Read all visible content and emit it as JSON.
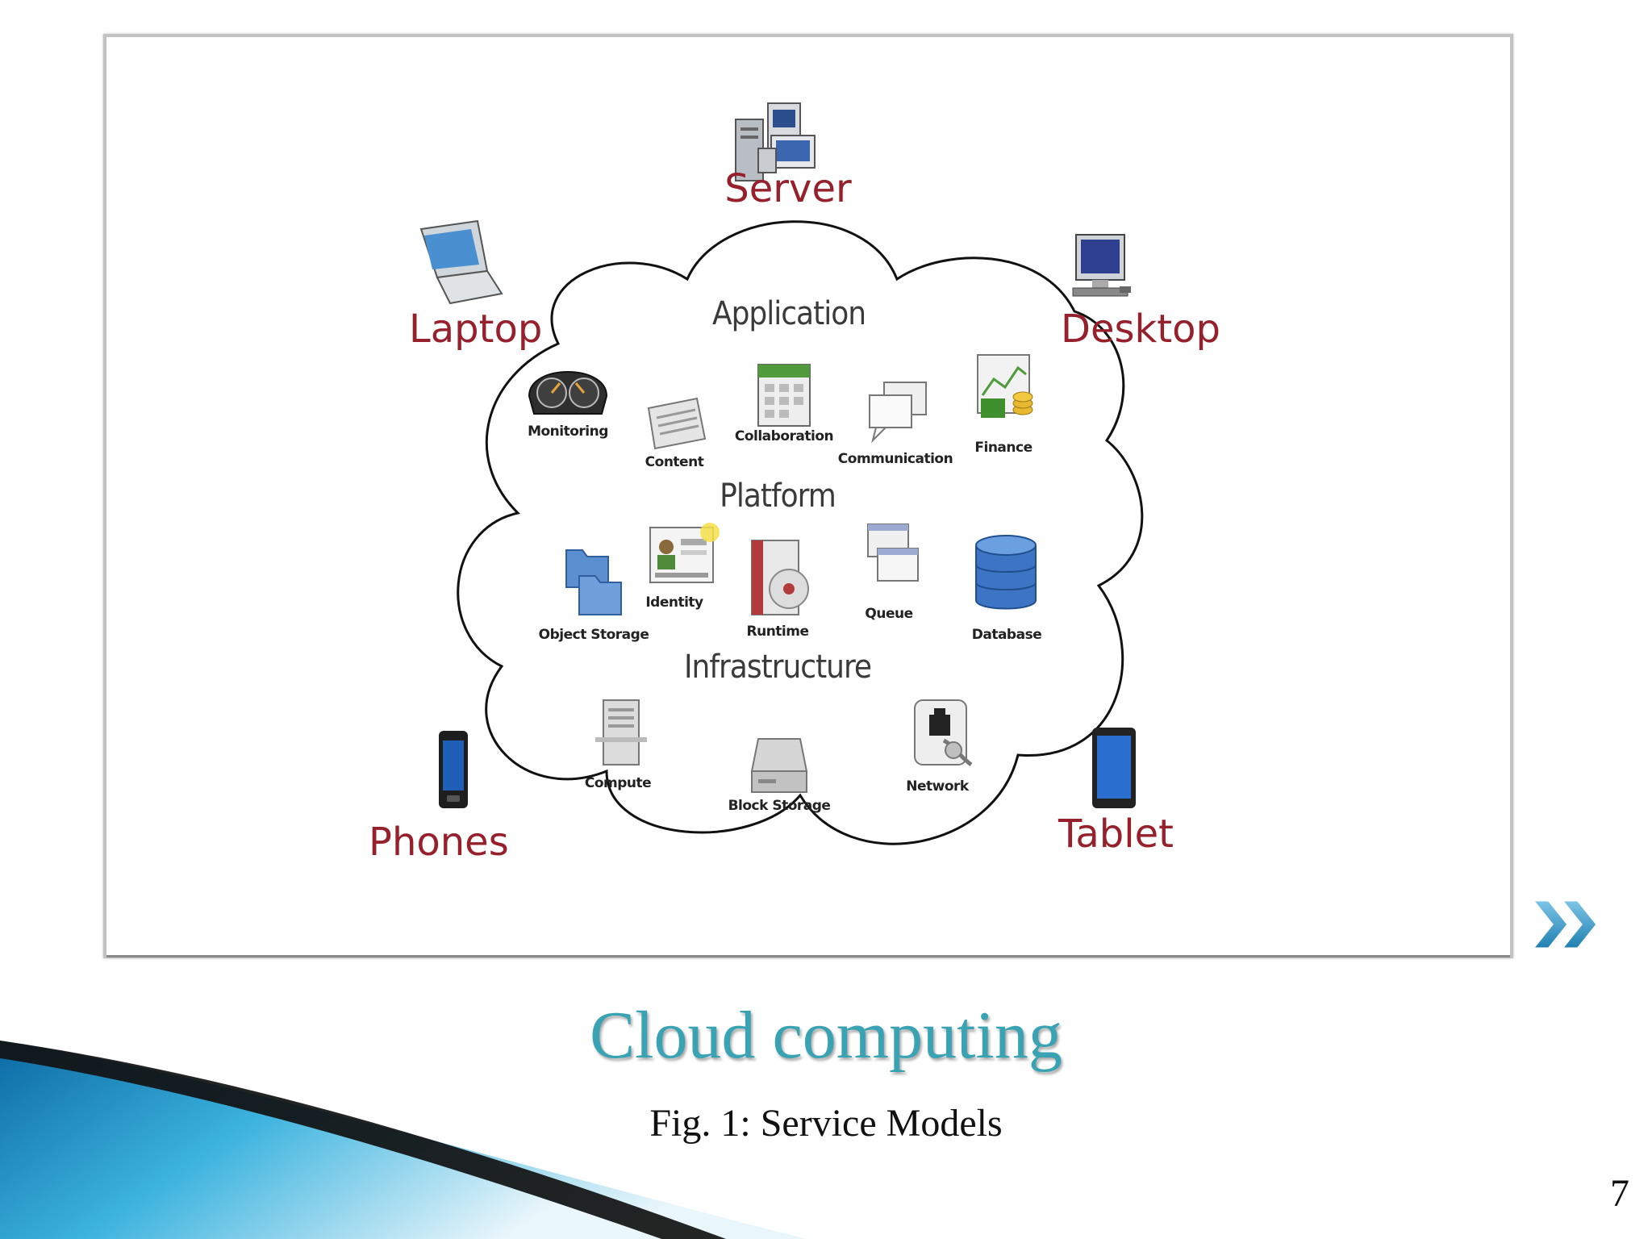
{
  "diagram": {
    "devices": {
      "server": "Server",
      "laptop": "Laptop",
      "desktop": "Desktop",
      "phones": "Phones",
      "tablet": "Tablet"
    },
    "layers": {
      "application": "Application",
      "platform": "Platform",
      "infrastructure": "Infrastructure"
    },
    "application_services": {
      "monitoring": "Monitoring",
      "content": "Content",
      "collaboration": "Collaboration",
      "communication": "Communication",
      "finance": "Finance"
    },
    "platform_services": {
      "object_storage": "Object Storage",
      "identity": "Identity",
      "runtime": "Runtime",
      "queue": "Queue",
      "database": "Database"
    },
    "infrastructure_services": {
      "compute": "Compute",
      "block_storage": "Block Storage",
      "network": "Network"
    }
  },
  "title": "Cloud computing",
  "caption": "Fig. 1: Service Models",
  "slide_number": "7",
  "colors": {
    "device_label": "#96212c",
    "title": "#3aa3b3",
    "decor_blue": "#1d8ec4",
    "arrow": "#2a8fc0"
  },
  "icons": {
    "next": "double-chevron-right-icon"
  }
}
